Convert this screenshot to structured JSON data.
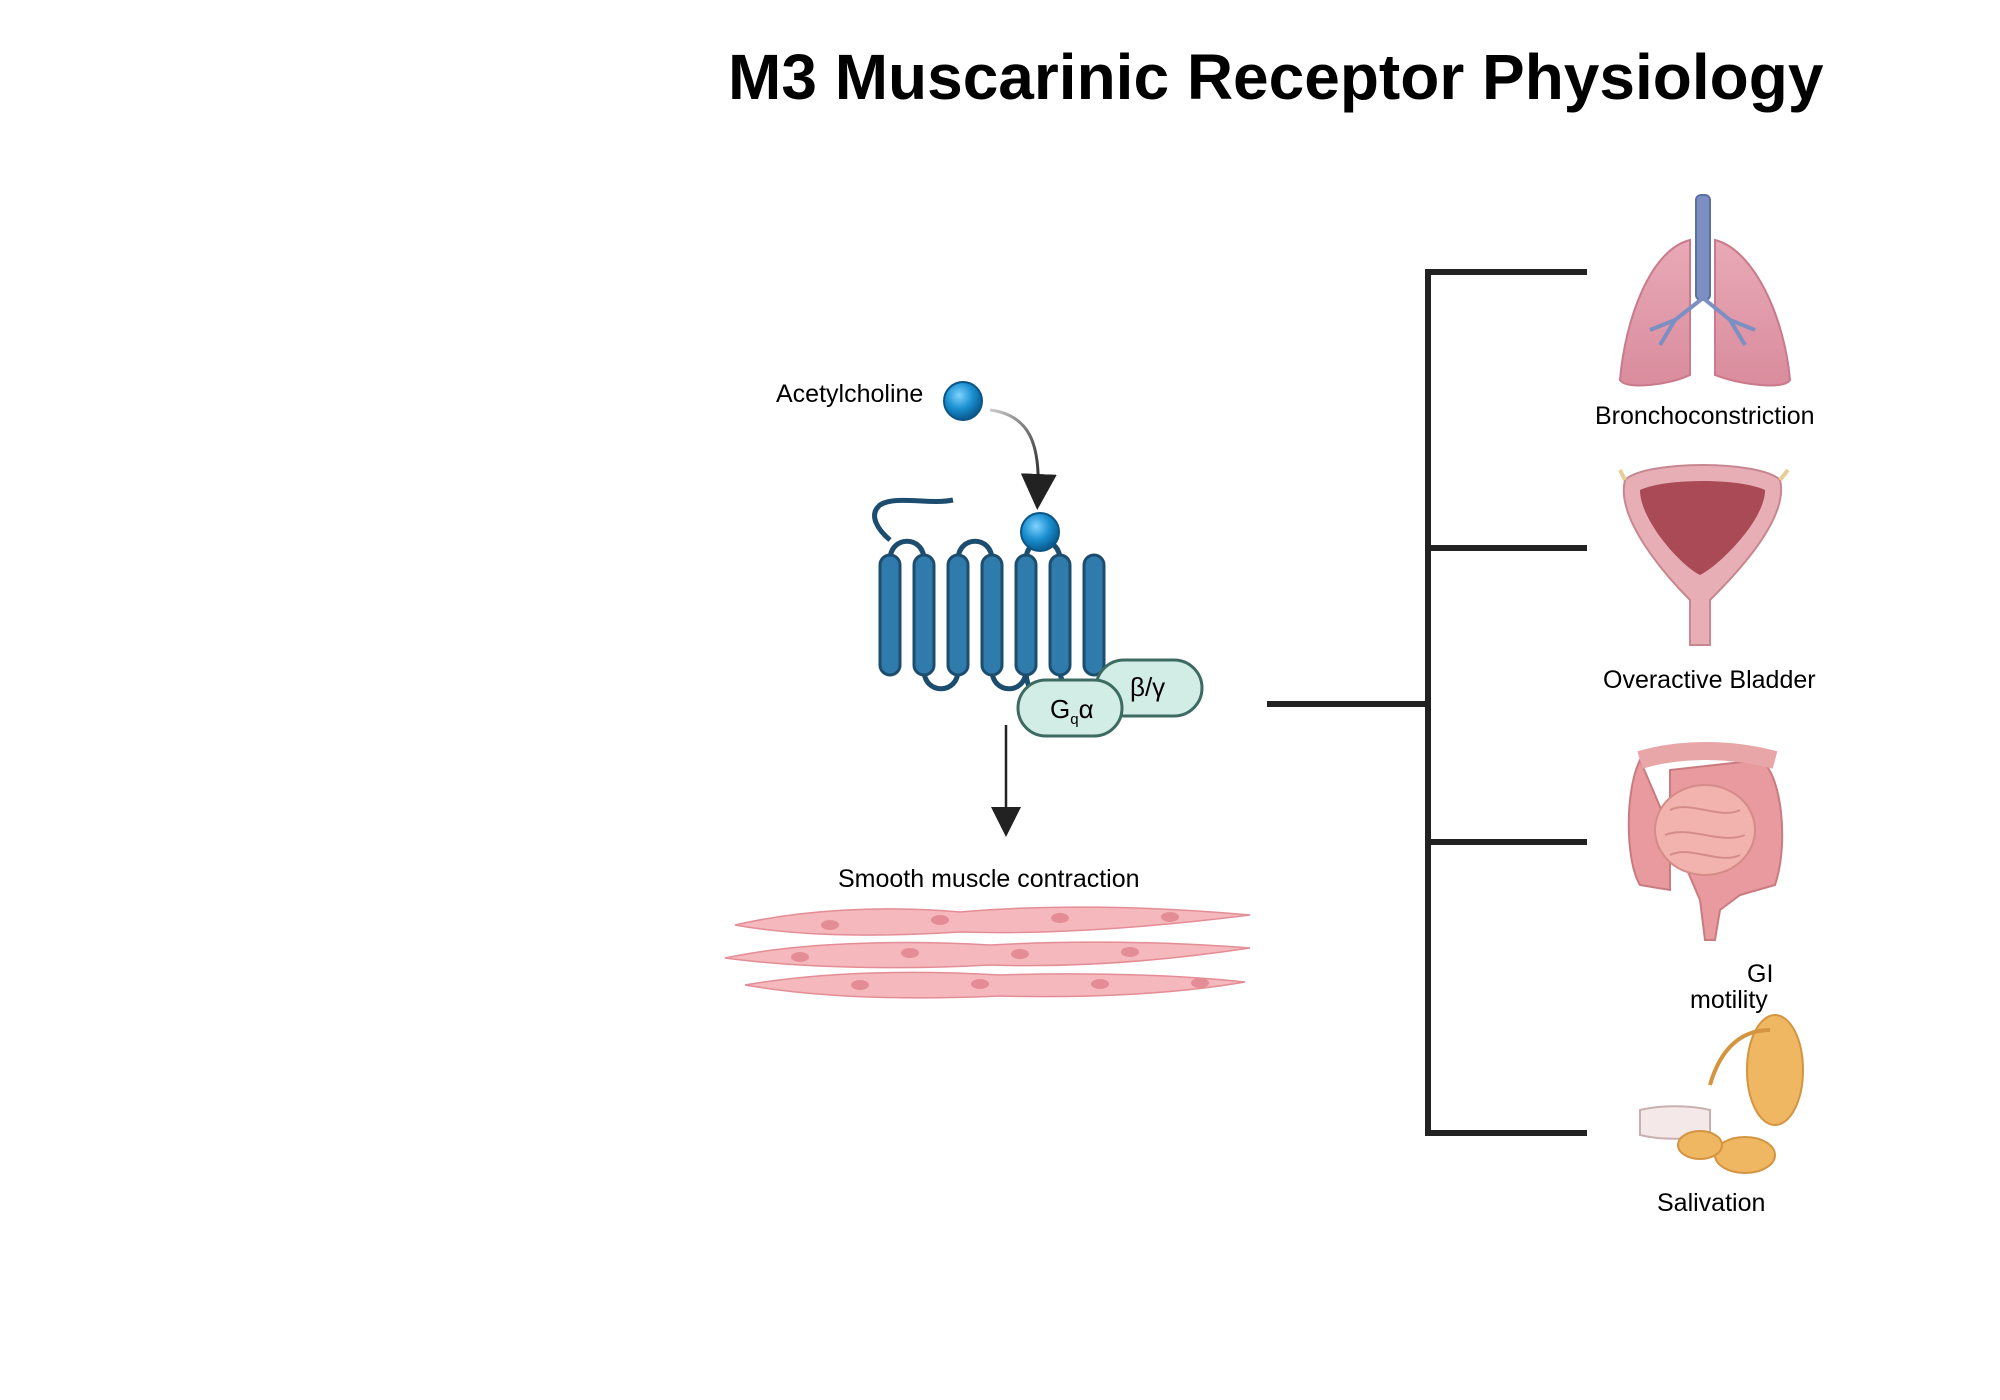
{
  "title": "M3 Muscarinic Receptor Physiology",
  "receptor": {
    "ligand_label": "Acetylcholine",
    "g_alpha_main": "G",
    "g_alpha_sub": "q",
    "g_alpha_suffix": "α",
    "g_betagamma": "β/γ"
  },
  "effect": {
    "label": "Smooth muscle contraction"
  },
  "outcomes": [
    {
      "label": "Bronchoconstriction",
      "icon": "lungs-icon"
    },
    {
      "label": "Overactive Bladder",
      "icon": "bladder-icon"
    },
    {
      "label_line1": "GI",
      "label_line2": "motility",
      "icon": "intestines-icon"
    },
    {
      "label": "Salivation",
      "icon": "salivary-gland-icon"
    }
  ],
  "colors": {
    "ligand": "#1a8fd0",
    "receptor": "#2f7bab",
    "receptor_outline": "#1d4d6e",
    "g_protein_fill": "#d2ece6",
    "g_protein_outline": "#3d6b61",
    "muscle": "#f4b8bd",
    "connector": "#222222"
  }
}
